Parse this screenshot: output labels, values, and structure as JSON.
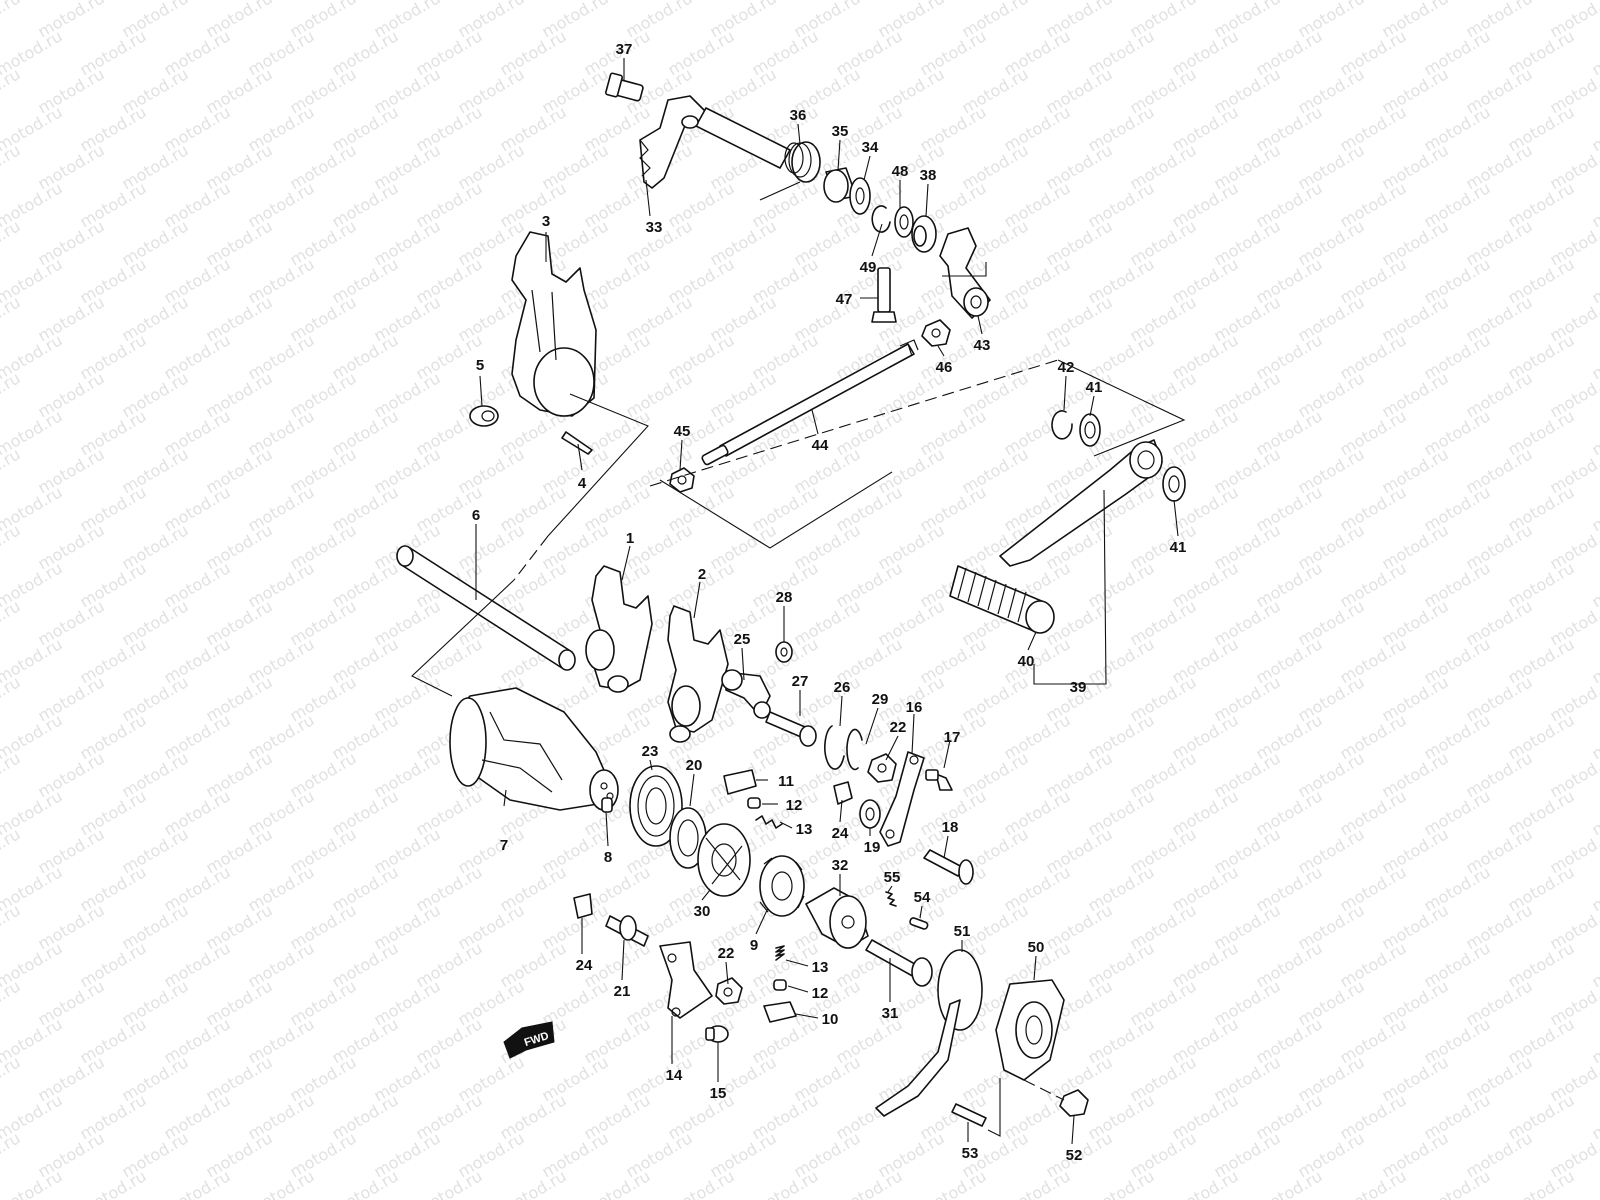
{
  "watermark": "motod.ru",
  "direction_label": "FWD",
  "callouts": {
    "c1": "1",
    "c2": "2",
    "c3": "3",
    "c4": "4",
    "c5": "5",
    "c6": "6",
    "c7": "7",
    "c8": "8",
    "c9": "9",
    "c10": "10",
    "c11": "11",
    "c12a": "12",
    "c12b": "12",
    "c13a": "13",
    "c13b": "13",
    "c14": "14",
    "c15": "15",
    "c16": "16",
    "c17": "17",
    "c18": "18",
    "c19": "19",
    "c20": "20",
    "c21": "21",
    "c22a": "22",
    "c22b": "22",
    "c23": "23",
    "c24a": "24",
    "c24b": "24",
    "c25": "25",
    "c26": "26",
    "c27": "27",
    "c28": "28",
    "c29": "29",
    "c30": "30",
    "c31": "31",
    "c32": "32",
    "c33": "33",
    "c34": "34",
    "c35": "35",
    "c36": "36",
    "c37": "37",
    "c38": "38",
    "c39": "39",
    "c40": "40",
    "c41a": "41",
    "c41b": "41",
    "c42": "42",
    "c43": "43",
    "c44": "44",
    "c45": "45",
    "c46": "46",
    "c47": "47",
    "c48": "48",
    "c49": "49",
    "c50": "50",
    "c51": "51",
    "c52": "52",
    "c53": "53",
    "c54": "54",
    "c55": "55"
  }
}
